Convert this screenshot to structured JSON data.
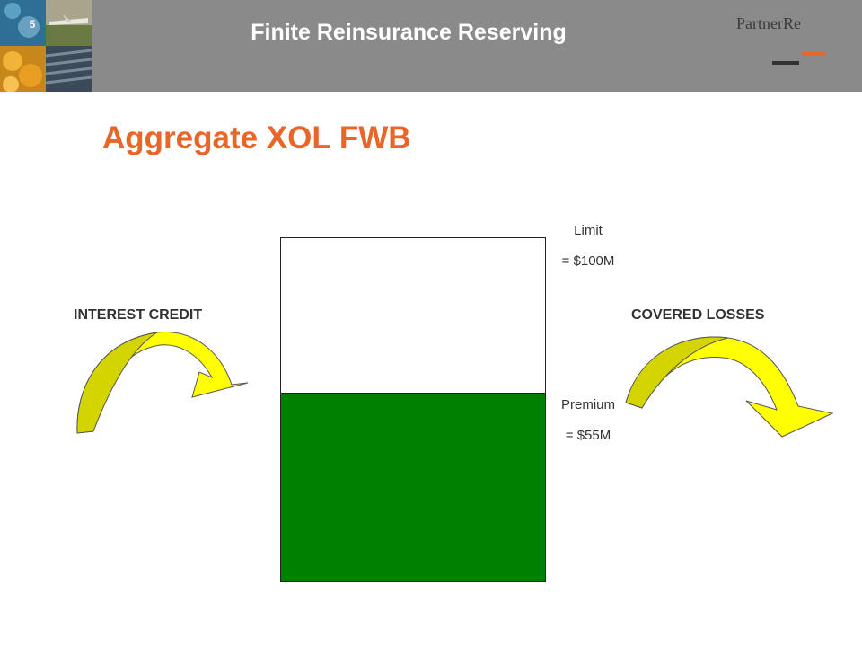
{
  "header": {
    "slide_number": "5",
    "title": "Finite Reinsurance Reserving",
    "logo_text": "PartnerRe",
    "background_color": "#8a8a8a",
    "logo_accent_color": "#e8662a"
  },
  "slide": {
    "title": "Aggregate XOL FWB",
    "title_color": "#e8662a"
  },
  "diagram": {
    "limit_label": "Limit",
    "limit_value": "= $100M",
    "premium_label": "Premium",
    "premium_value": "= $55M",
    "premium_fill_fraction": 0.55,
    "fill_color": "#008000",
    "interest_credit_label": "INTEREST CREDIT",
    "covered_losses_label": "COVERED LOSSES",
    "arrow_colors": [
      "#d4d400",
      "#ffff00"
    ]
  }
}
